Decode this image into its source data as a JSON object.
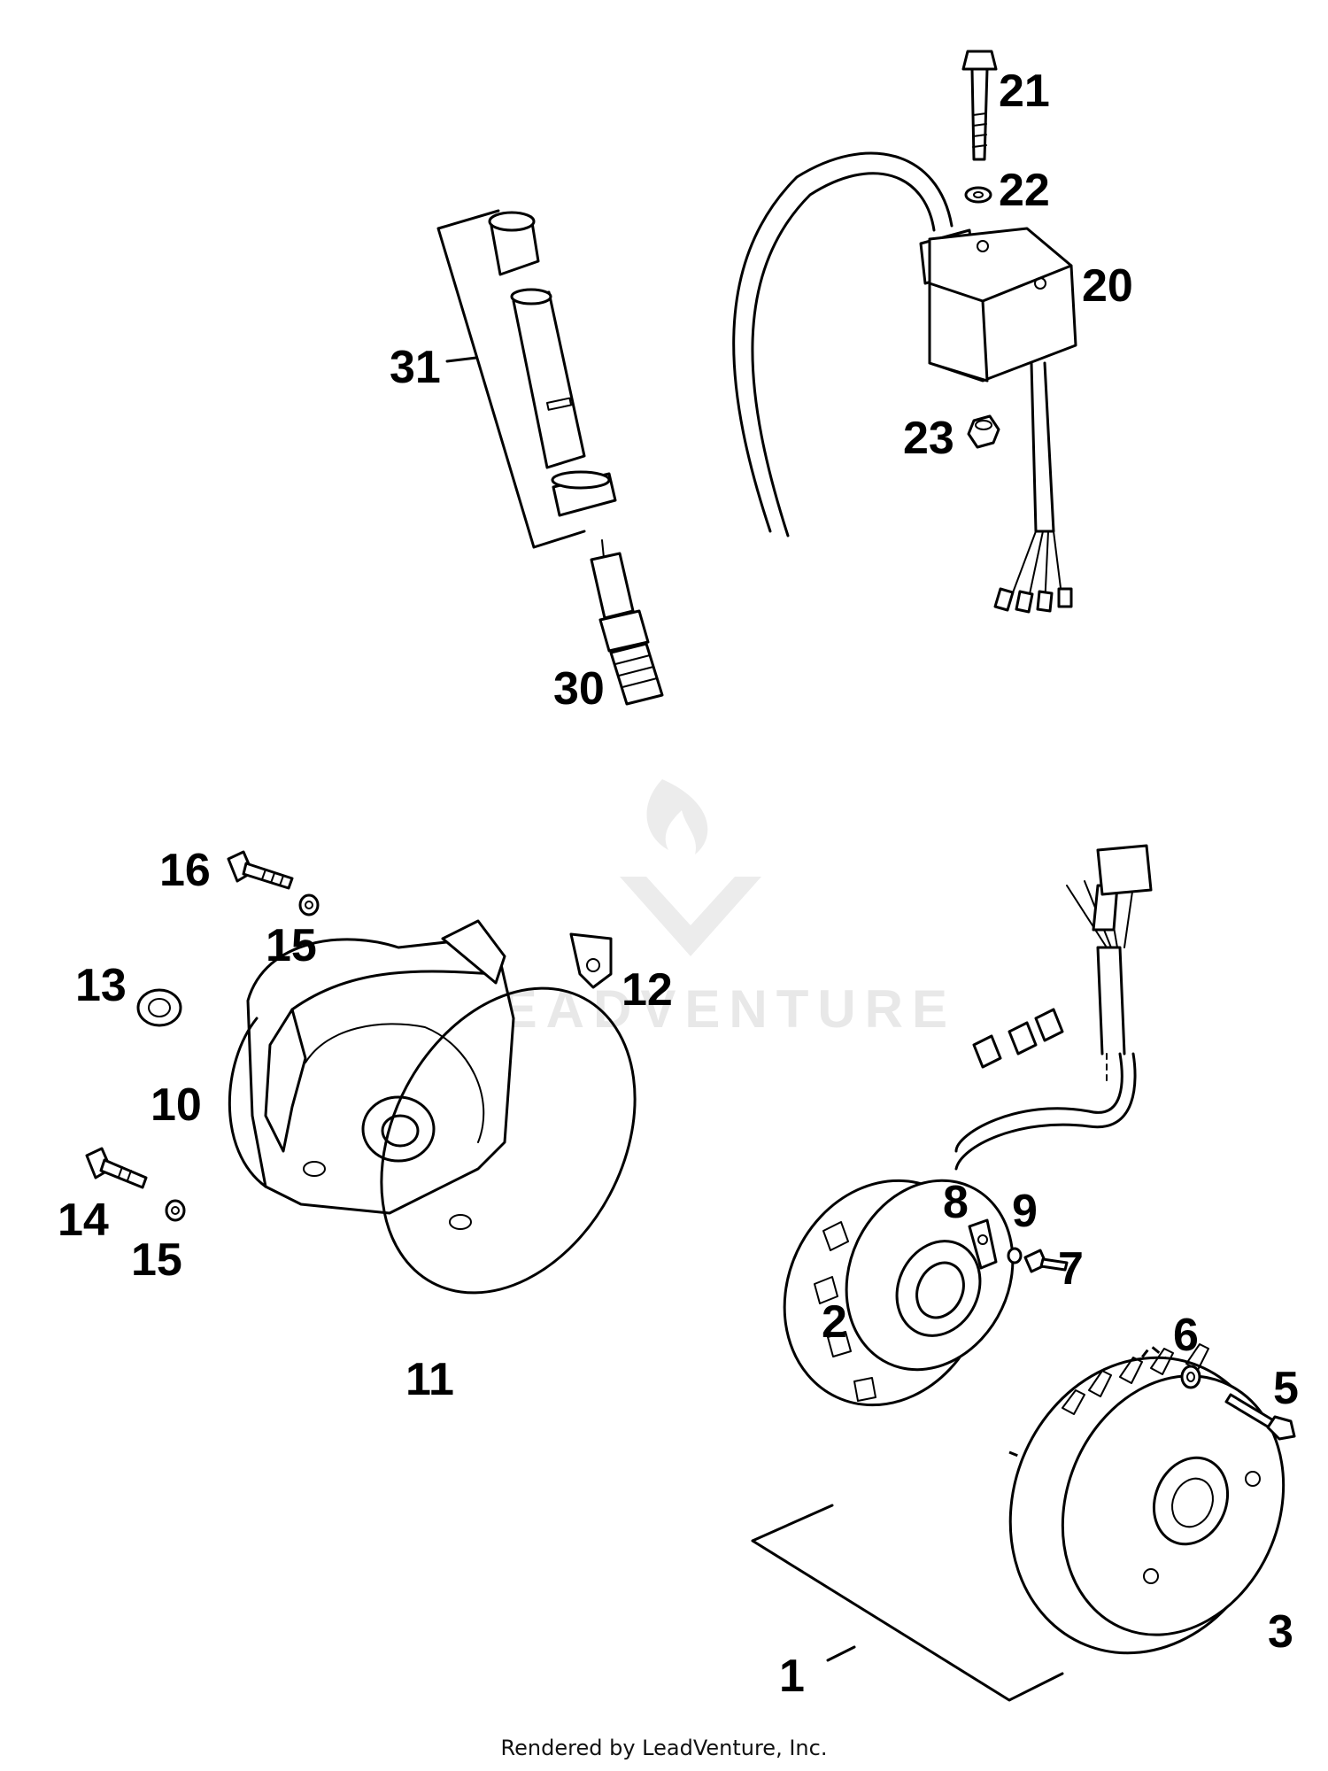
{
  "callouts": {
    "c1": "1",
    "c2": "2",
    "c3": "3",
    "c5": "5",
    "c6": "6",
    "c7": "7",
    "c8": "8",
    "c9": "9",
    "c10": "10",
    "c11": "11",
    "c12": "12",
    "c13": "13",
    "c14": "14",
    "c15a": "15",
    "c15b": "15",
    "c16": "16",
    "c20": "20",
    "c21": "21",
    "c22": "22",
    "c23": "23",
    "c30": "30",
    "c31": "31"
  },
  "watermark": {
    "text": "LEADVENTURE"
  },
  "footer": {
    "text": "Rendered by LeadVenture, Inc."
  },
  "colors": {
    "line": "#000000",
    "background": "#ffffff",
    "watermark": "#e8e8e8"
  }
}
